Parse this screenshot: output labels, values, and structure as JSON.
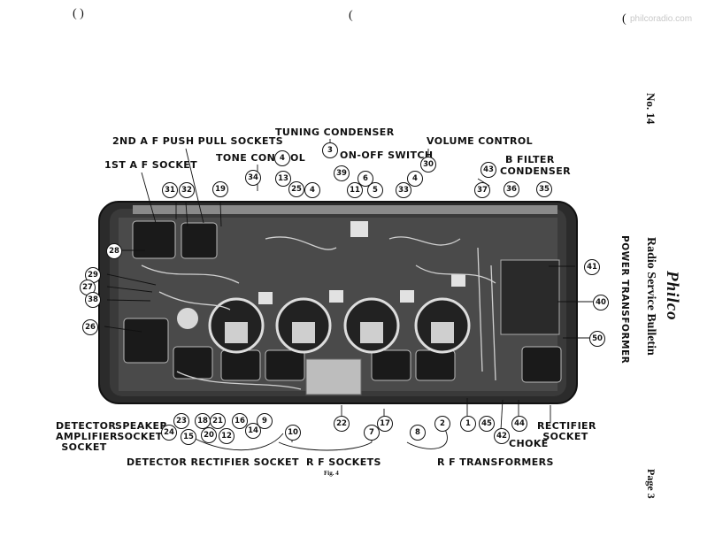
{
  "header": {
    "watermark": "philcoradio.com",
    "punch_marks": [
      "( )",
      "(",
      "("
    ]
  },
  "sidebar": {
    "bulletin_no": "No. 14",
    "brand": "Philco",
    "title": "Radio Service Bulletin",
    "page": "Page 3"
  },
  "figure": {
    "caption": "Fig. 4",
    "labels": {
      "tuning_condenser": "TUNING CONDENSER",
      "push_pull": "2ND A F PUSH PULL SOCKETS",
      "tone_control": "TONE CONTROL",
      "on_off_switch": "ON-OFF SWITCH",
      "volume_control": "VOLUME CONTROL",
      "first_af_socket": "1ST A F SOCKET",
      "b_filter": "B FILTER",
      "condenser": "CONDENSER",
      "power_transformer": "POWER TRANSFORMER",
      "detector_amplifier_socket": [
        "DETECTOR",
        "AMPLIFIER",
        "SOCKET"
      ],
      "speaker_socket": [
        "SPEAKER",
        "SOCKET"
      ],
      "detector_rectifier_socket": "DETECTOR RECTIFIER SOCKET",
      "rf_sockets": "R F SOCKETS",
      "rf_transformers": "R F TRANSFORMERS",
      "choke": "CHOKE",
      "rectifier_socket": [
        "RECTIFIER",
        "SOCKET"
      ]
    },
    "callouts": [
      "3",
      "30",
      "39",
      "43",
      "6",
      "4",
      "34",
      "13",
      "25",
      "4",
      "11",
      "5",
      "33",
      "4",
      "37",
      "36",
      "35",
      "31",
      "32",
      "19",
      "28",
      "29",
      "27",
      "38",
      "26",
      "41",
      "40",
      "50",
      "24",
      "23",
      "18",
      "21",
      "16",
      "9",
      "22",
      "17",
      "1",
      "45",
      "44",
      "15",
      "20",
      "12",
      "14",
      "10",
      "7",
      "8",
      "2",
      "42"
    ]
  }
}
